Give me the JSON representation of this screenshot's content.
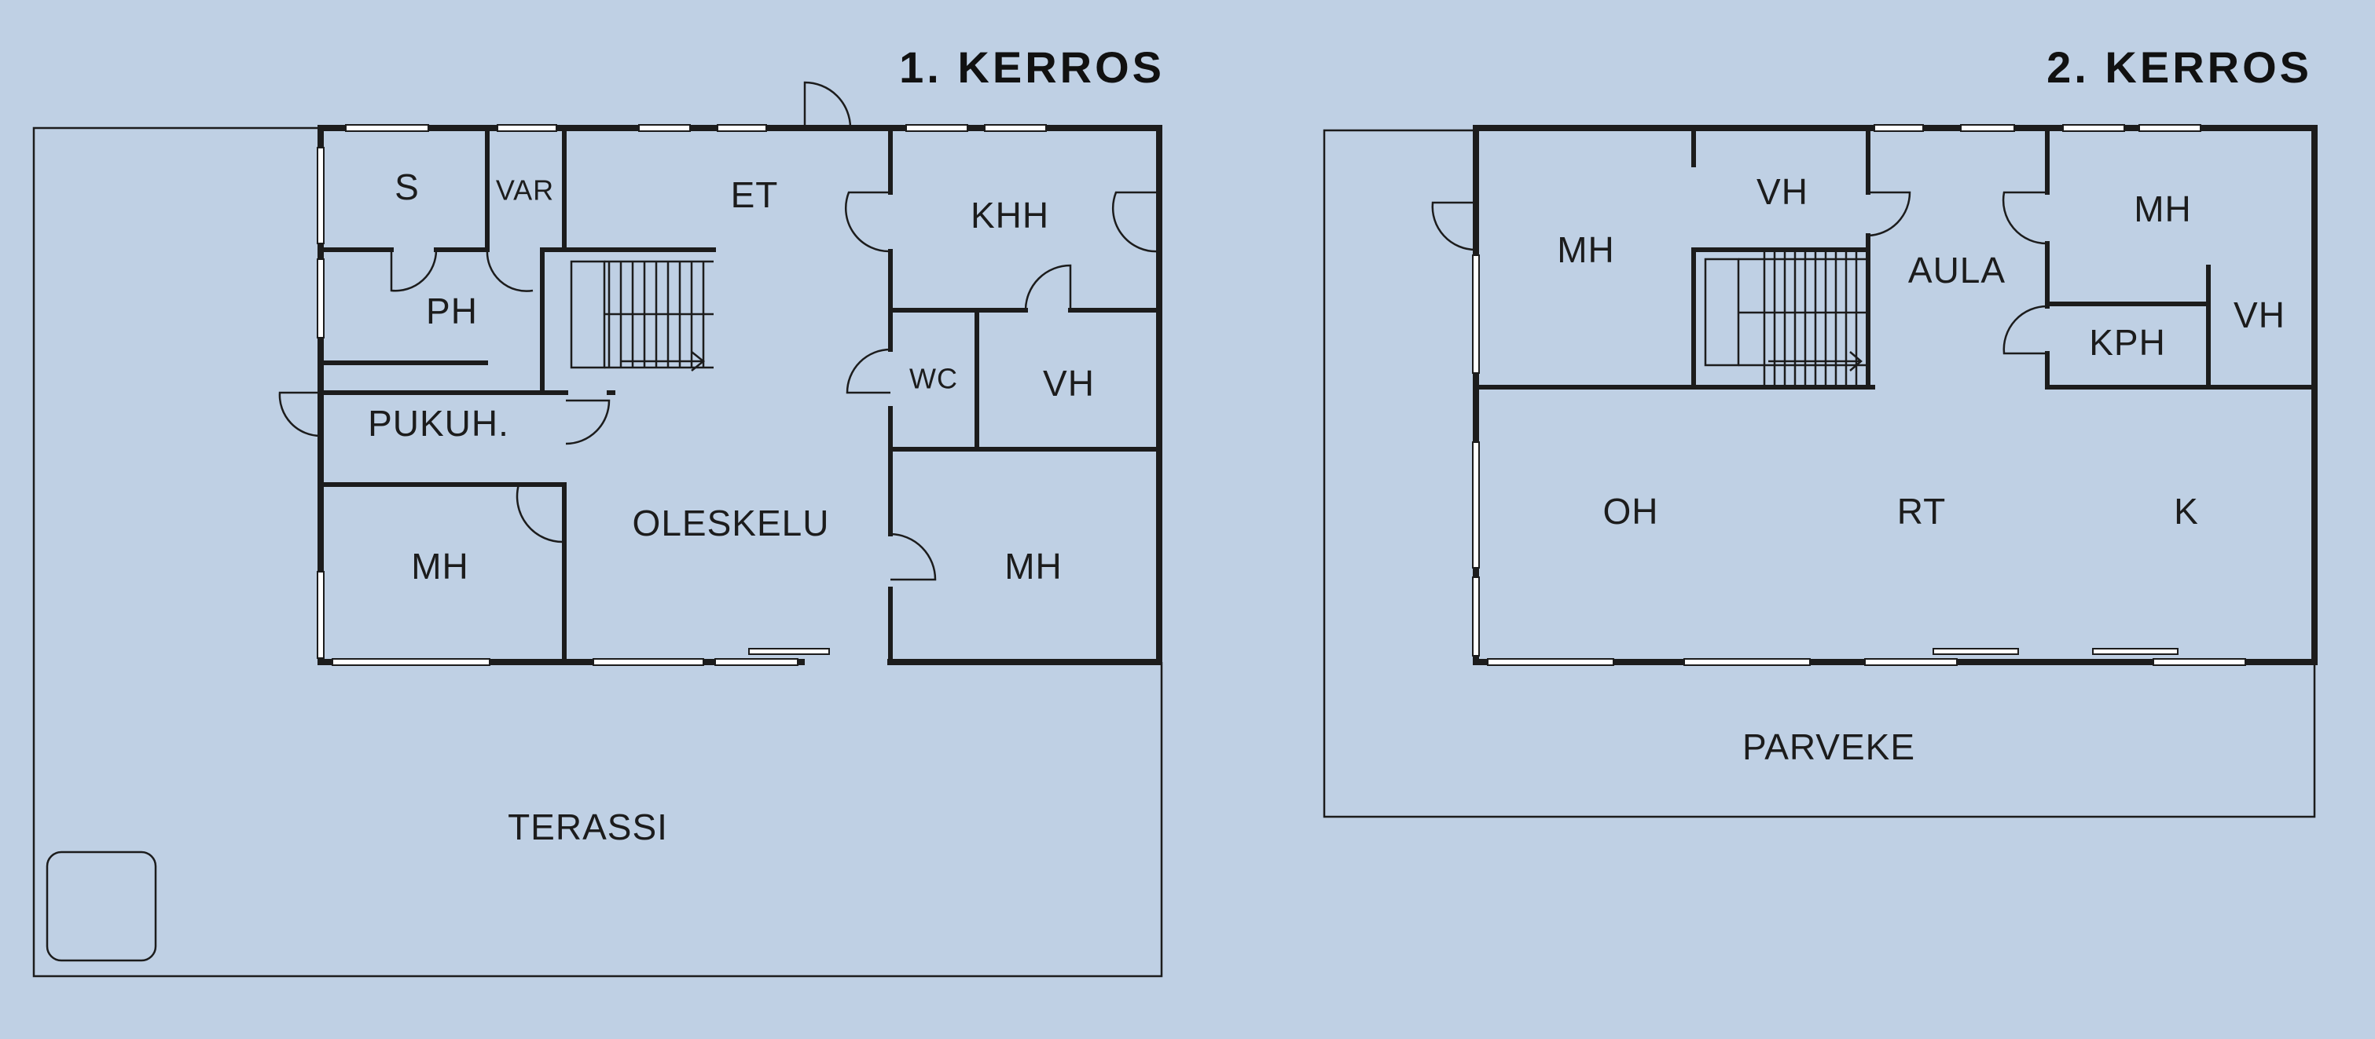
{
  "floors": [
    {
      "title": "1. KERROS"
    },
    {
      "title": "2. KERROS"
    }
  ],
  "floor1_rooms": {
    "s": "S",
    "var": "VAR",
    "et": "ET",
    "khh": "KHH",
    "ph": "PH",
    "wc": "WC",
    "vh": "VH",
    "pukuh": "PUKUH.",
    "oleskelu": "OLESKELU",
    "mh_left": "MH",
    "mh_right": "MH",
    "terassi": "TERASSI"
  },
  "floor2_rooms": {
    "mh_left": "MH",
    "vh_top": "VH",
    "aula": "AULA",
    "mh_right": "MH",
    "kph": "KPH",
    "vh_right": "VH",
    "oh": "OH",
    "rt": "RT",
    "k": "K",
    "parveke": "PARVEKE"
  },
  "colors": {
    "background": "#bfd0e4",
    "walls": "#1c1c1c",
    "windows": "#ffffff"
  }
}
